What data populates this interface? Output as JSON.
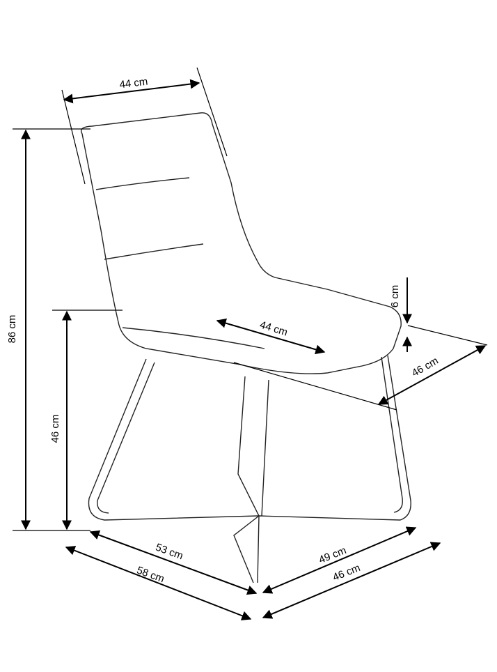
{
  "dimensions": {
    "backrest_width": "44 cm",
    "total_height": "86 cm",
    "seat_height": "46 cm",
    "seat_thickness": "6 cm",
    "seat_width": "44 cm",
    "seat_depth": "46 cm",
    "base_depth_inner": "53 cm",
    "base_depth_outer": "58 cm",
    "base_width_inner": "49 cm",
    "base_width_outer": "46 cm"
  }
}
